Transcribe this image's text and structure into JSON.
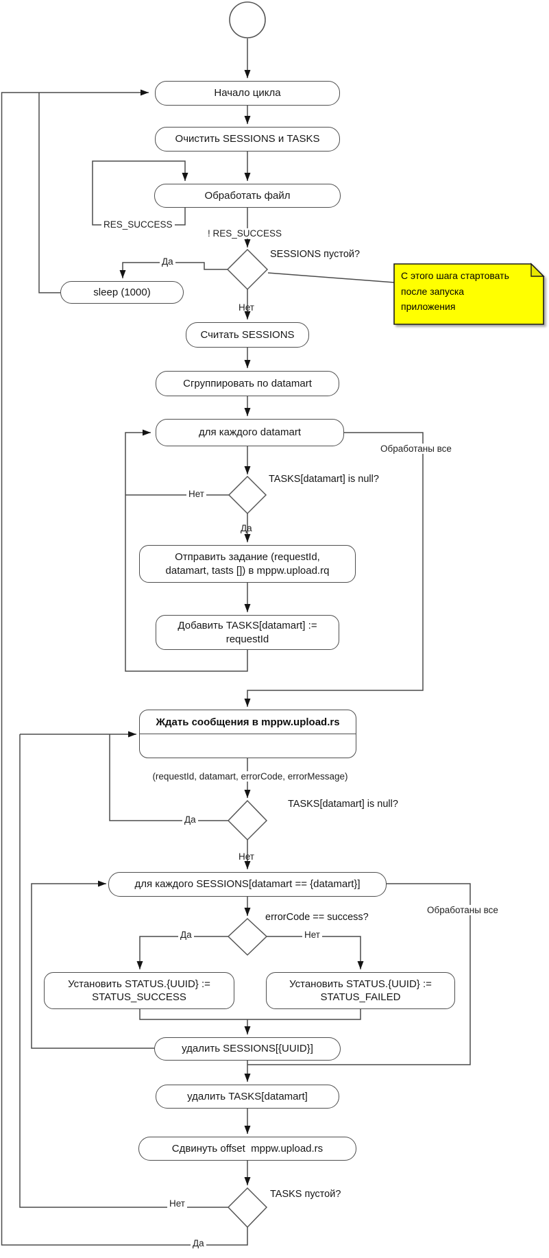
{
  "nodes": {
    "loop_start": "Начало цикла",
    "clear_sessions_tasks": "Очистить SESSIONS и TASKS",
    "process_file": "Обработать файл",
    "sleep": "sleep (1000)",
    "read_sessions": "Считать SESSIONS",
    "group_by_datamart": "Сгруппировать по datamart",
    "for_each_datamart": "для каждого datamart",
    "send_task": "Отправить задание (requestId,\ndatamart, tasts []) в mppw.upload.rq",
    "add_task": "Добавить TASKS[datamart] :=\nrequestId",
    "wait_message": "Ждать сообщения в mppw.upload.rs",
    "for_each_sessions": "для каждого SESSIONS[datamart == {datamart}]",
    "set_status_success": "Установить STATUS.{UUID} :=\nSTATUS_SUCCESS",
    "set_status_failed": "Установить STATUS.{UUID} :=\nSTATUS_FAILED",
    "delete_sessions": "удалить SESSIONS[{UUID}]",
    "delete_tasks": "удалить TASKS[datamart]",
    "shift_offset": "Сдвинуть offset  mppw.upload.rs"
  },
  "decisions": {
    "sessions_empty": "SESSIONS пустой?",
    "tasks_null_first": "TASKS[datamart] is null?",
    "tasks_null_second": "TASKS[datamart] is null?",
    "error_code": "errorCode == success?",
    "tasks_empty": "TASKS пустой?"
  },
  "edge_labels": {
    "yes": "Да",
    "no": "Нет",
    "res_success": "RES_SUCCESS",
    "not_res_success": "! RES_SUCCESS",
    "processed_all": "Обработаны все",
    "message_params": "(requestId, datamart, errorCode, errorMessage)"
  },
  "note": {
    "text": "С этого шага стартовать\nпосле запуска\nприложения",
    "bg_color": "#ffff00",
    "fold_color": "#e8e800"
  },
  "colors": {
    "line": "#4a4a4a",
    "node_fill": "#ffffff",
    "text": "#1a1a1a"
  }
}
